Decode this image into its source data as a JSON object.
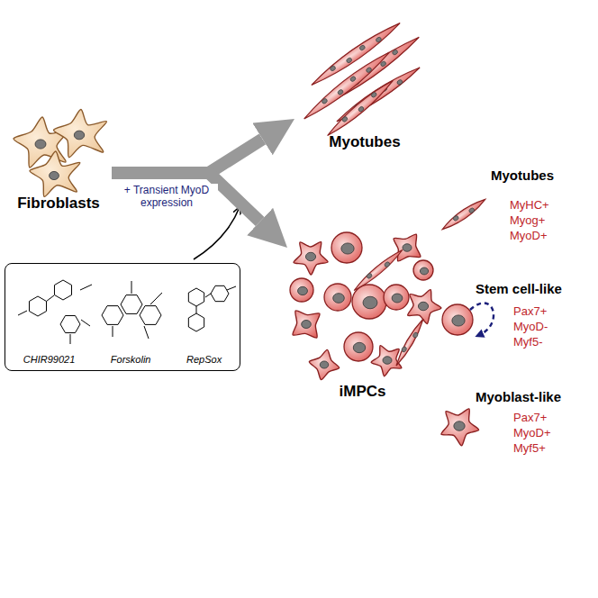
{
  "diagram": {
    "nodes": [
      {
        "text": [
          "Fibroblasts"
        ]
      },
      {
        "text": [
          "Myotubes"
        ]
      },
      {
        "text": [
          "iMPCs"
        ]
      },
      {
        "text": [
          "CHIR99021",
          "Forskolin",
          "RepSox"
        ]
      }
    ],
    "edges": [
      {
        "from": 0,
        "to": 1,
        "arrow": "to",
        "label": "+ Transient MyoD expression"
      },
      {
        "from": 0,
        "to": 2,
        "arrow": "to"
      }
    ],
    "labels": [
      "Myotubes",
      "MyHC+",
      "Myog+",
      "MyoD+",
      "Stem cell-like",
      "Pax7+",
      "MyoD-",
      "Myf5-",
      "Myoblast-like",
      "Pax7+",
      "MyoD+",
      "Myf5+"
    ]
  }
}
